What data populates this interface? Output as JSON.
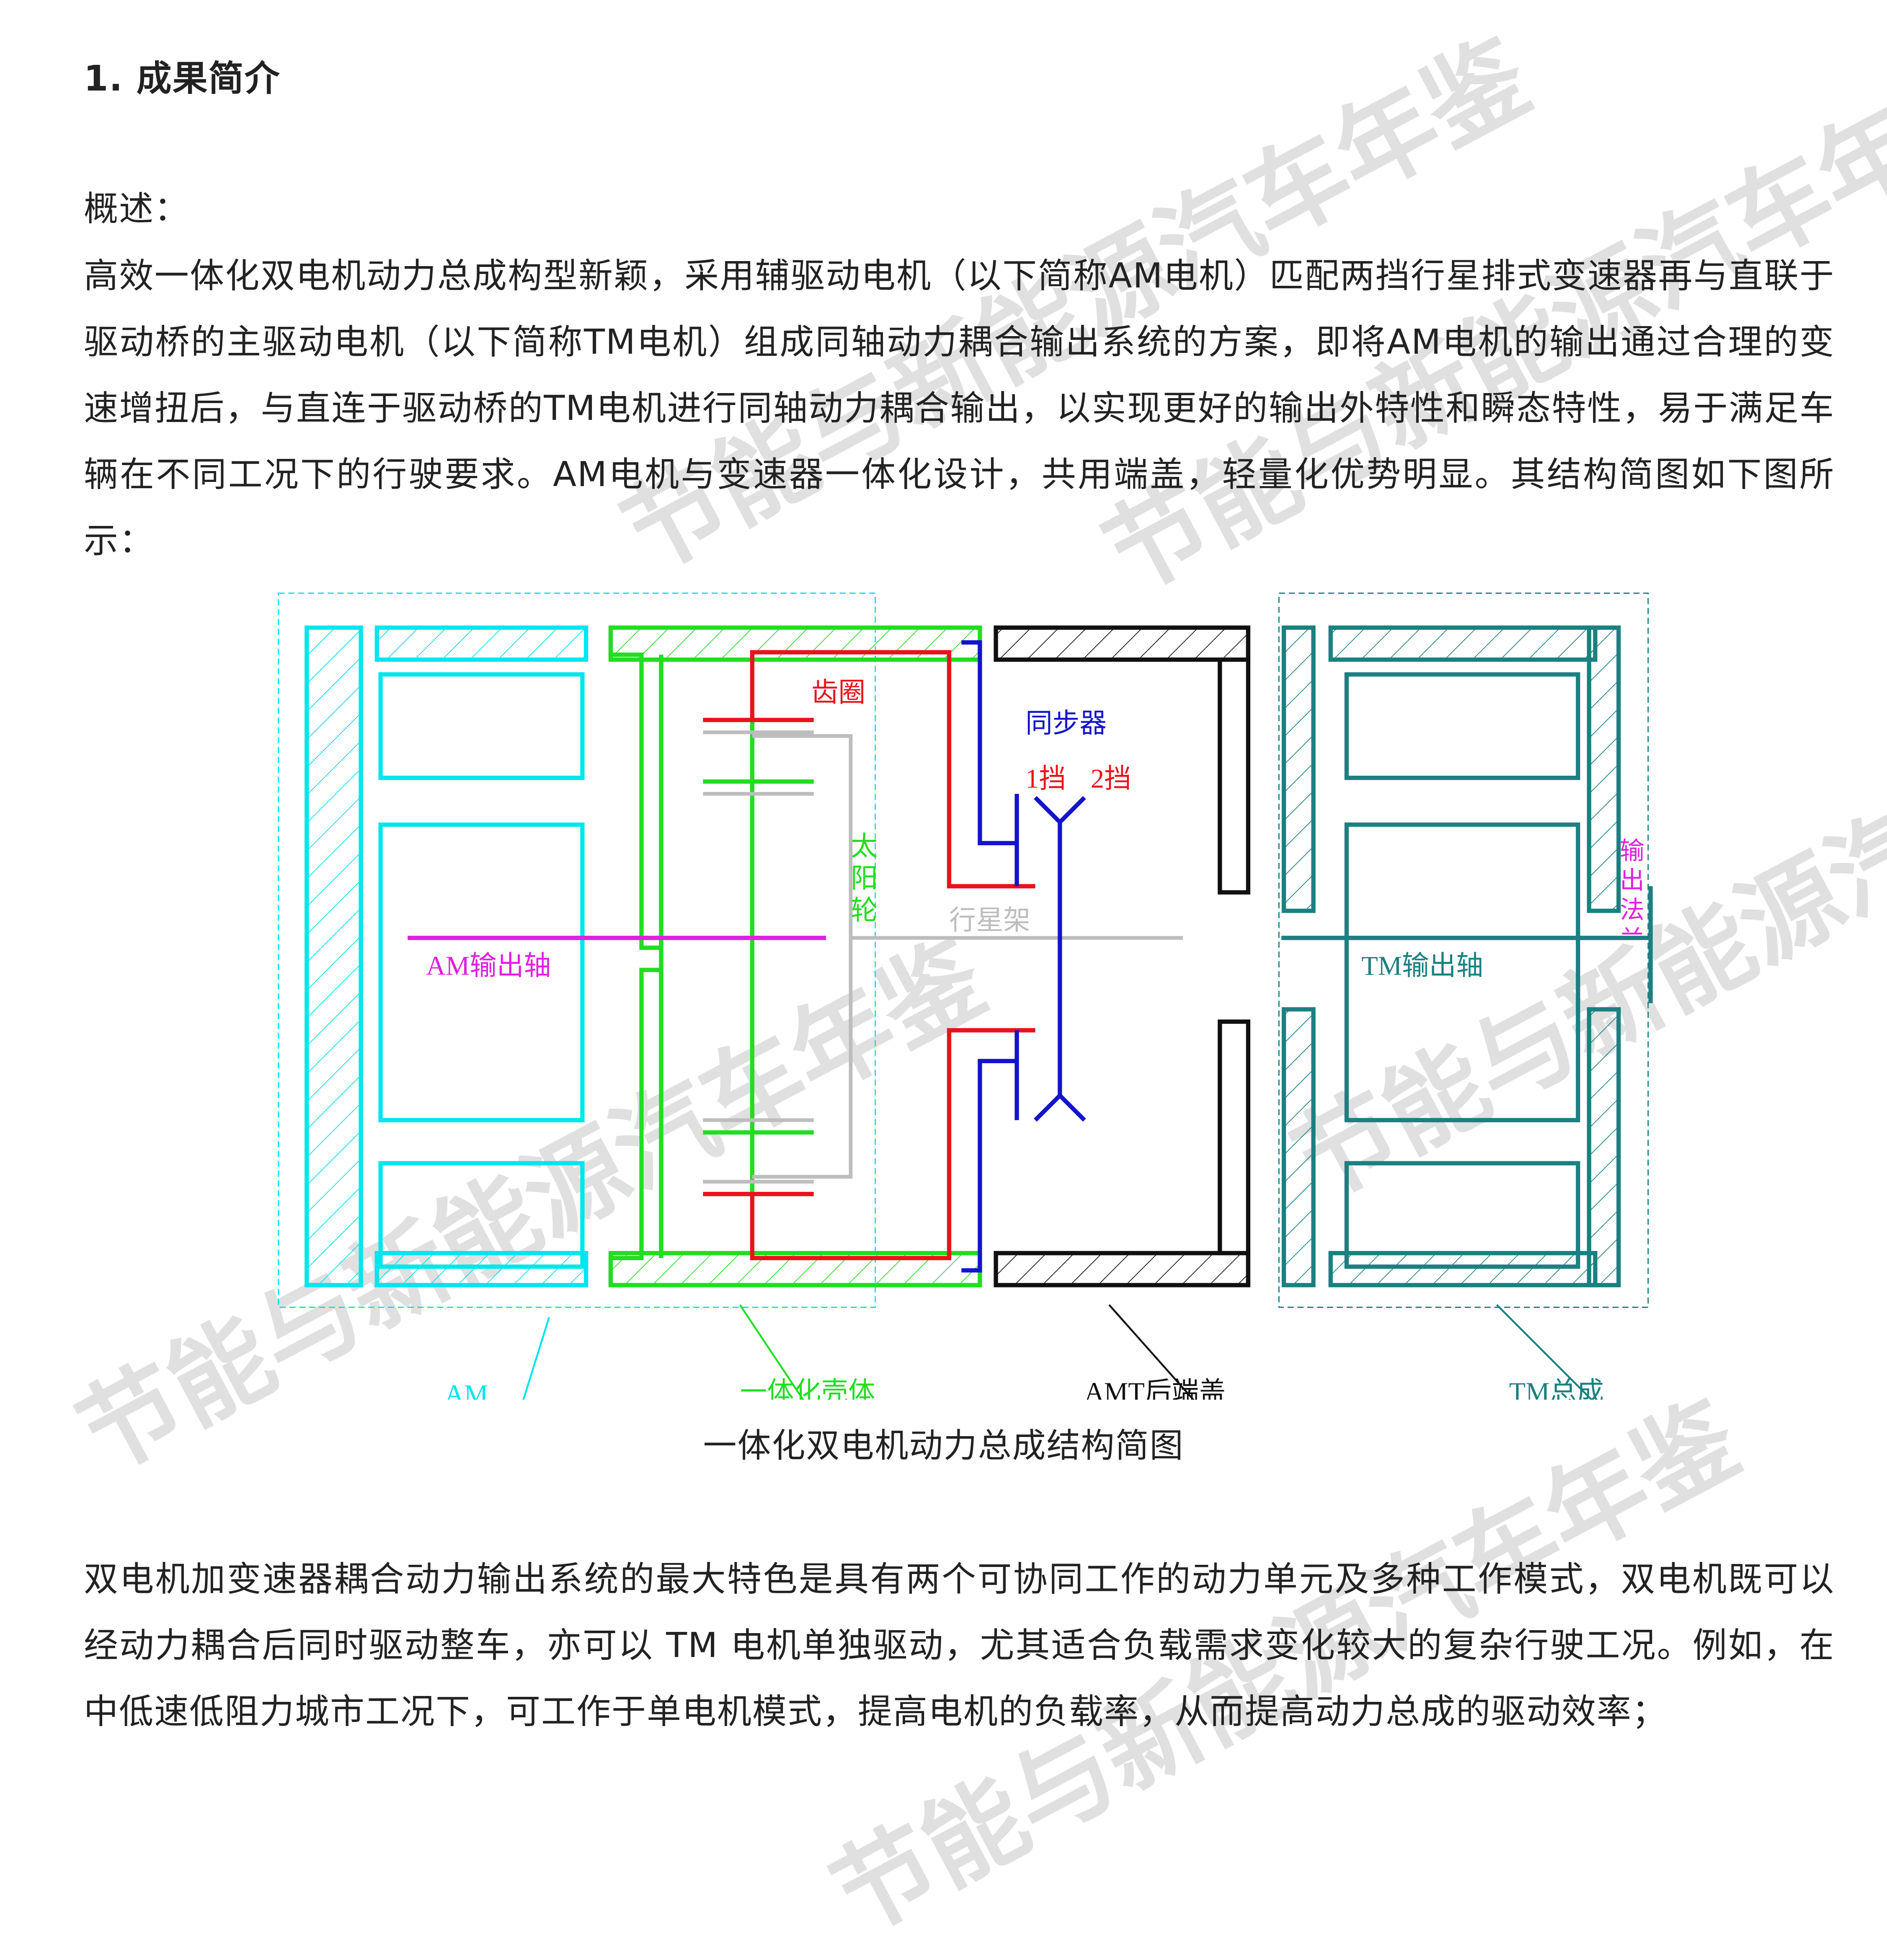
{
  "heading": "1. 成果简介",
  "overview_label": "概述：",
  "paragraph1": "高效一体化双电机动力总成构型新颖，采用辅驱动电机（以下简称AM电机）匹配两挡行星排式变速器再与直联于驱动桥的主驱动电机（以下简称TM电机）组成同轴动力耦合输出系统的方案，即将AM电机的输出通过合理的变速增扭后，与直连于驱动桥的TM电机进行同轴动力耦合输出，以实现更好的输出外特性和瞬态特性，易于满足车辆在不同工况下的行驶要求。AM电机与变速器一体化设计，共用端盖，轻量化优势明显。其结构简图如下图所示：",
  "diagram": {
    "labels": {
      "ring_gear": "齿圈",
      "synchronizer": "同步器",
      "gear1": "1挡",
      "gear2": "2挡",
      "sun_gear": "太阳轮",
      "carrier": "行星架",
      "am_shaft": "AM输出轴",
      "tm_shaft": "TM输出轴",
      "flange": "输出法兰",
      "am": "AM",
      "housing": "一体化壳体",
      "amt_cover": "AMT后端盖",
      "tm_assembly": "TM总成"
    },
    "colors": {
      "am": "#00e5ee",
      "housing": "#22dd22",
      "ring": "#e8141c",
      "sync": "#1414cc",
      "carrier": "#bdbdbd",
      "cover": "#111111",
      "tm": "#1a8080",
      "shaft": "#e020e0"
    }
  },
  "caption": "一体化双电机动力总成结构简图",
  "paragraph2": "双电机加变速器耦合动力输出系统的最大特色是具有两个可协同工作的动力单元及多种工作模式，双电机既可以经动力耦合后同时驱动整车，亦可以 TM 电机单独驱动，尤其适合负载需求变化较大的复杂行驶工况。例如，在中低速低阻力城市工况下，可工作于单电机模式，提高电机的负载率，从而提高动力总成的驱动效率；",
  "watermark": "节能与新能源汽车年鉴"
}
